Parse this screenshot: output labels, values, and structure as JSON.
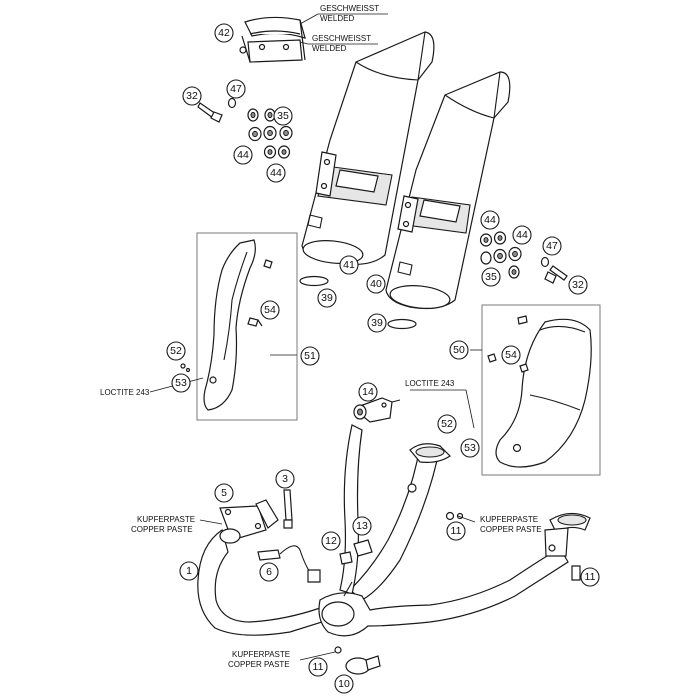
{
  "callouts": [
    {
      "id": "c42a",
      "label": "42"
    },
    {
      "id": "c47a",
      "label": "47"
    },
    {
      "id": "c32a",
      "label": "32"
    },
    {
      "id": "c35a",
      "label": "35"
    },
    {
      "id": "c44a",
      "label": "44"
    },
    {
      "id": "c44b",
      "label": "44"
    },
    {
      "id": "c41",
      "label": "41"
    },
    {
      "id": "c40",
      "label": "40"
    },
    {
      "id": "c39a",
      "label": "39"
    },
    {
      "id": "c39b",
      "label": "39"
    },
    {
      "id": "c44c",
      "label": "44"
    },
    {
      "id": "c44d",
      "label": "44"
    },
    {
      "id": "c47b",
      "label": "47"
    },
    {
      "id": "c35b",
      "label": "35"
    },
    {
      "id": "c32b",
      "label": "32"
    },
    {
      "id": "c54a",
      "label": "54"
    },
    {
      "id": "c52a",
      "label": "52"
    },
    {
      "id": "c53a",
      "label": "53"
    },
    {
      "id": "c51",
      "label": "51"
    },
    {
      "id": "c50",
      "label": "50"
    },
    {
      "id": "c54b",
      "label": "54"
    },
    {
      "id": "c14",
      "label": "14"
    },
    {
      "id": "c52b",
      "label": "52"
    },
    {
      "id": "c53b",
      "label": "53"
    },
    {
      "id": "c3",
      "label": "3"
    },
    {
      "id": "c5",
      "label": "5"
    },
    {
      "id": "c11a",
      "label": "11"
    },
    {
      "id": "c13",
      "label": "13"
    },
    {
      "id": "c12",
      "label": "12"
    },
    {
      "id": "c6",
      "label": "6"
    },
    {
      "id": "c1",
      "label": "1"
    },
    {
      "id": "c11b",
      "label": "11"
    },
    {
      "id": "c11c",
      "label": "11"
    },
    {
      "id": "c10",
      "label": "10"
    }
  ],
  "notes": {
    "geschweisst_de": "GESCHWEISST",
    "geschweisst_en": "WELDED",
    "loctite_left": "LOCTITE 243",
    "loctite_right": "LOCTITE 243",
    "kupfer_left_de": "KUPFERPASTE",
    "kupfer_left_en": "COPPER PASTE",
    "kupfer_right_de": "KUPFERPASTE",
    "kupfer_right_en": "COPPER PASTE",
    "kupfer_bottom_de": "KUPFERPASTE",
    "kupfer_bottom_en": "COPPER PASTE"
  }
}
